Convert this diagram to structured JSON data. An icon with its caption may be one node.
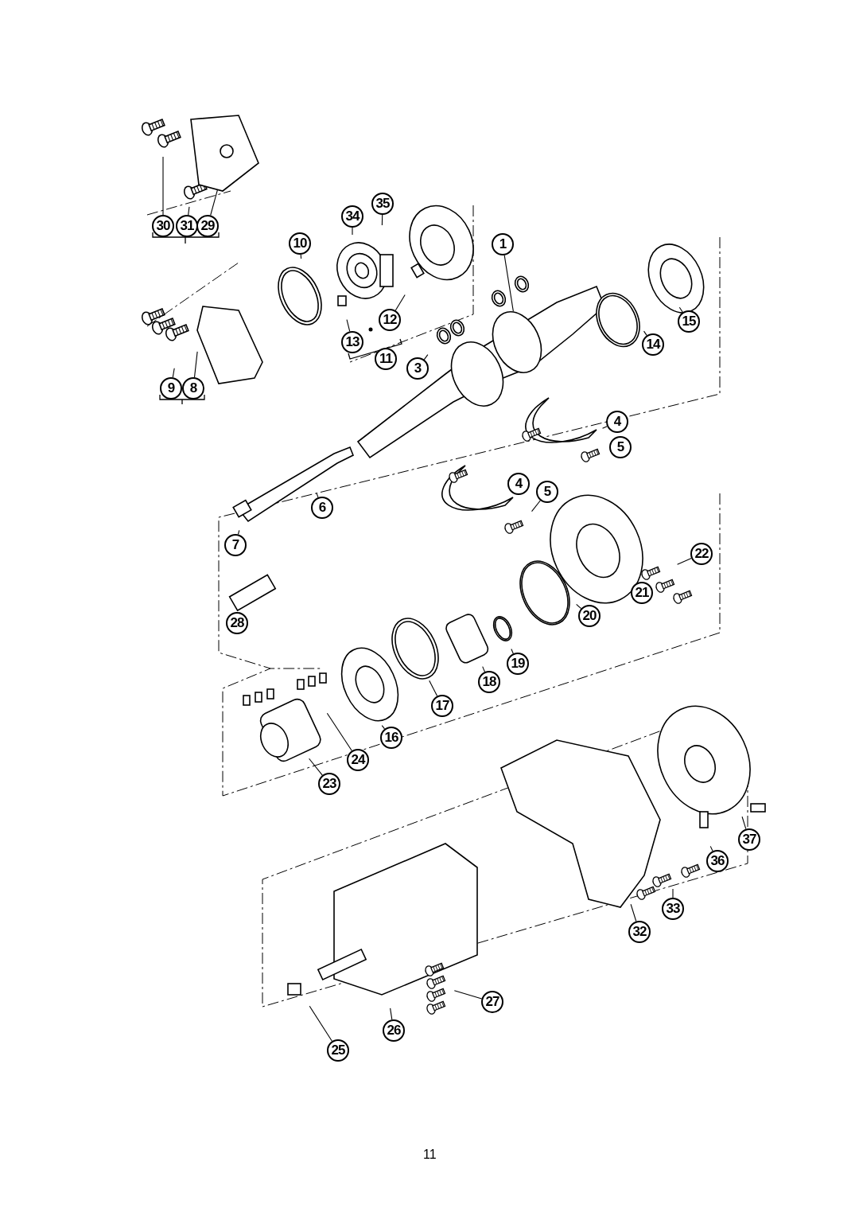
{
  "diagram": {
    "nodes": [
      {
        "text": [
          "30"
        ]
      },
      {
        "text": [
          "31"
        ]
      },
      {
        "text": [
          "29"
        ]
      },
      {
        "text": [
          "35"
        ]
      },
      {
        "text": [
          "34"
        ]
      },
      {
        "text": [
          "10"
        ]
      },
      {
        "text": [
          "1"
        ]
      },
      {
        "text": [
          "15"
        ]
      },
      {
        "text": [
          "14"
        ]
      },
      {
        "text": [
          "12"
        ]
      },
      {
        "text": [
          "13"
        ]
      },
      {
        "text": [
          "11"
        ]
      },
      {
        "text": [
          "9"
        ]
      },
      {
        "text": [
          "8"
        ]
      },
      {
        "text": [
          "3"
        ]
      },
      {
        "text": [
          "4"
        ]
      },
      {
        "text": [
          "5"
        ]
      },
      {
        "text": [
          "4"
        ]
      },
      {
        "text": [
          "5"
        ]
      },
      {
        "text": [
          "6"
        ]
      },
      {
        "text": [
          "7"
        ]
      },
      {
        "text": [
          "22"
        ]
      },
      {
        "text": [
          "28"
        ]
      },
      {
        "text": [
          "21"
        ]
      },
      {
        "text": [
          "20"
        ]
      },
      {
        "text": [
          "19"
        ]
      },
      {
        "text": [
          "18"
        ]
      },
      {
        "text": [
          "17"
        ]
      },
      {
        "text": [
          "16"
        ]
      },
      {
        "text": [
          "24"
        ]
      },
      {
        "text": [
          "23"
        ]
      },
      {
        "text": [
          "37"
        ]
      },
      {
        "text": [
          "36"
        ]
      },
      {
        "text": [
          "33"
        ]
      },
      {
        "text": [
          "32"
        ]
      },
      {
        "text": [
          "27"
        ]
      },
      {
        "text": [
          "26"
        ]
      },
      {
        "text": [
          "25"
        ]
      }
    ],
    "edges": [
      {
        "from": 0,
        "to": null,
        "arrow": "none"
      },
      {
        "from": 1,
        "to": null,
        "arrow": "none"
      },
      {
        "from": 2,
        "to": null,
        "arrow": "none"
      },
      {
        "from": 3,
        "to": null,
        "arrow": "none"
      },
      {
        "from": 4,
        "to": null,
        "arrow": "none"
      },
      {
        "from": 5,
        "to": null,
        "arrow": "none"
      },
      {
        "from": 6,
        "to": null,
        "arrow": "none"
      },
      {
        "from": 7,
        "to": null,
        "arrow": "none"
      },
      {
        "from": 8,
        "to": null,
        "arrow": "none"
      },
      {
        "from": 9,
        "to": null,
        "arrow": "none"
      },
      {
        "from": 10,
        "to": null,
        "arrow": "none"
      },
      {
        "from": 12,
        "to": null,
        "arrow": "none"
      },
      {
        "from": 13,
        "to": null,
        "arrow": "none"
      },
      {
        "from": 14,
        "to": null,
        "arrow": "none"
      },
      {
        "from": 15,
        "to": null,
        "arrow": "none"
      },
      {
        "from": 16,
        "to": null,
        "arrow": "none"
      },
      {
        "from": 17,
        "to": null,
        "arrow": "none"
      },
      {
        "from": 18,
        "to": null,
        "arrow": "none"
      },
      {
        "from": 19,
        "to": null,
        "arrow": "none"
      },
      {
        "from": 20,
        "to": null,
        "arrow": "none"
      },
      {
        "from": 21,
        "to": null,
        "arrow": "none"
      },
      {
        "from": 22,
        "to": null,
        "arrow": "none"
      },
      {
        "from": 23,
        "to": null,
        "arrow": "none"
      },
      {
        "from": 24,
        "to": null,
        "arrow": "none"
      },
      {
        "from": 25,
        "to": null,
        "arrow": "none"
      },
      {
        "from": 26,
        "to": null,
        "arrow": "none"
      },
      {
        "from": 27,
        "to": null,
        "arrow": "none"
      },
      {
        "from": 28,
        "to": null,
        "arrow": "none"
      },
      {
        "from": 29,
        "to": null,
        "arrow": "none"
      },
      {
        "from": 30,
        "to": null,
        "arrow": "none"
      },
      {
        "from": 31,
        "to": null,
        "arrow": "none"
      },
      {
        "from": 32,
        "to": null,
        "arrow": "none"
      },
      {
        "from": 33,
        "to": null,
        "arrow": "none"
      },
      {
        "from": 34,
        "to": null,
        "arrow": "none"
      },
      {
        "from": 35,
        "to": null,
        "arrow": "none"
      },
      {
        "from": 36,
        "to": null,
        "arrow": "none"
      },
      {
        "from": 37,
        "to": null,
        "arrow": "none"
      }
    ],
    "labels": [
      "11"
    ]
  }
}
